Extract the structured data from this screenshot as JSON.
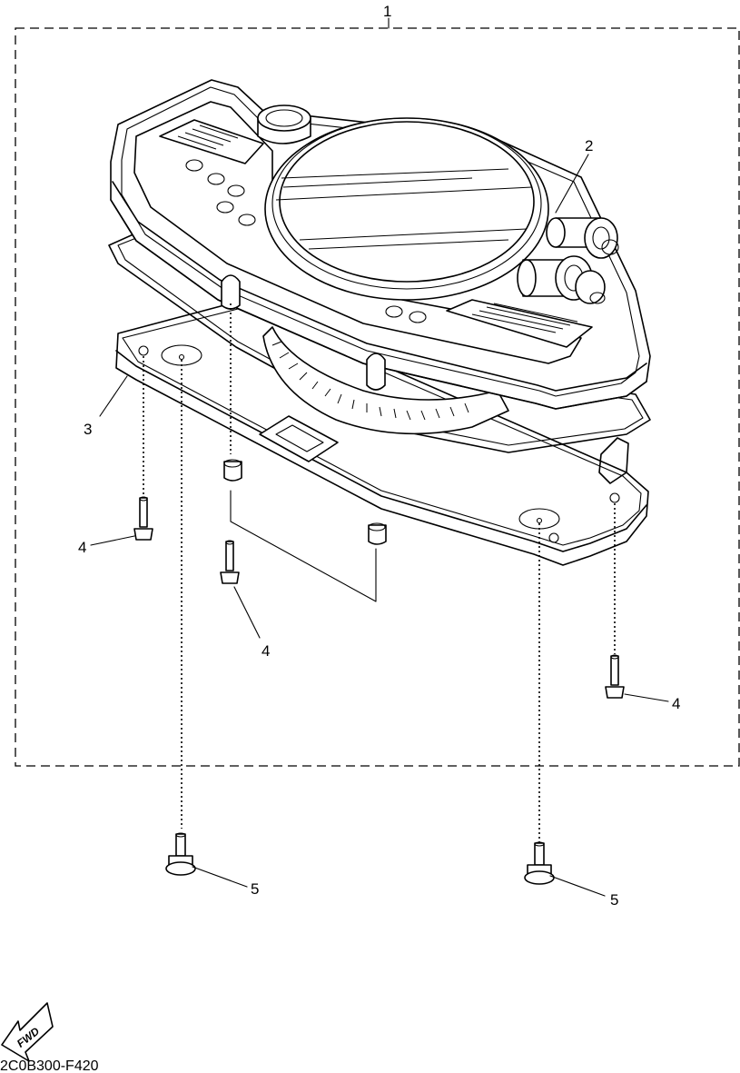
{
  "diagram": {
    "callouts": [
      {
        "id": "c1",
        "text": "1"
      },
      {
        "id": "c2",
        "text": "2"
      },
      {
        "id": "c3",
        "text": "3"
      },
      {
        "id": "c4a",
        "text": "4"
      },
      {
        "id": "c4b",
        "text": "4"
      },
      {
        "id": "c4c",
        "text": "4"
      },
      {
        "id": "c5a",
        "text": "5"
      },
      {
        "id": "c5b",
        "text": "5"
      }
    ],
    "fwd_label": "FWD",
    "figure_code": "2C0B300-F420"
  }
}
